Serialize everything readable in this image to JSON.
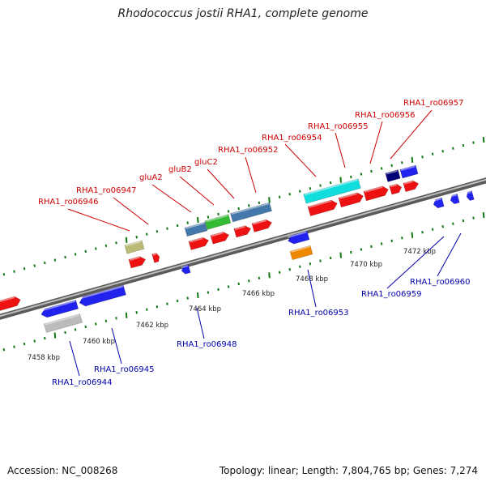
{
  "title": "Rhodococcus jostii RHA1, complete genome",
  "footer": {
    "accession": "Accession: NC_008268",
    "summary": "Topology: linear; Length: 7,804,765 bp; Genes: 7,274"
  },
  "colors": {
    "forward_label": "#cc0000",
    "reverse_label": "#0000aa",
    "forward_gene": "#ee0000",
    "reverse_gene": "#0000ee",
    "tick": "#117711",
    "backbone": "#888888"
  },
  "ticks": [
    {
      "label": "7458 kbp"
    },
    {
      "label": "7460 kbp"
    },
    {
      "label": "7462 kbp"
    },
    {
      "label": "7464 kbp"
    },
    {
      "label": "7466 kbp"
    },
    {
      "label": "7468 kbp"
    },
    {
      "label": "7470 kbp"
    },
    {
      "label": "7472 kbp"
    }
  ],
  "forward_labels": [
    {
      "label": "RHA1_ro06946"
    },
    {
      "label": "RHA1_ro06947"
    },
    {
      "label": "gluA2"
    },
    {
      "label": "gluB2"
    },
    {
      "label": "gluC2"
    },
    {
      "label": "RHA1_ro06952"
    },
    {
      "label": "RHA1_ro06954"
    },
    {
      "label": "RHA1_ro06955"
    },
    {
      "label": "RHA1_ro06956"
    },
    {
      "label": "RHA1_ro06957"
    }
  ],
  "reverse_labels": [
    {
      "label": "RHA1_ro06944"
    },
    {
      "label": "RHA1_ro06945"
    },
    {
      "label": "RHA1_ro06948"
    },
    {
      "label": "RHA1_ro06953"
    },
    {
      "label": "RHA1_ro06959"
    },
    {
      "label": "RHA1_ro06960"
    }
  ]
}
